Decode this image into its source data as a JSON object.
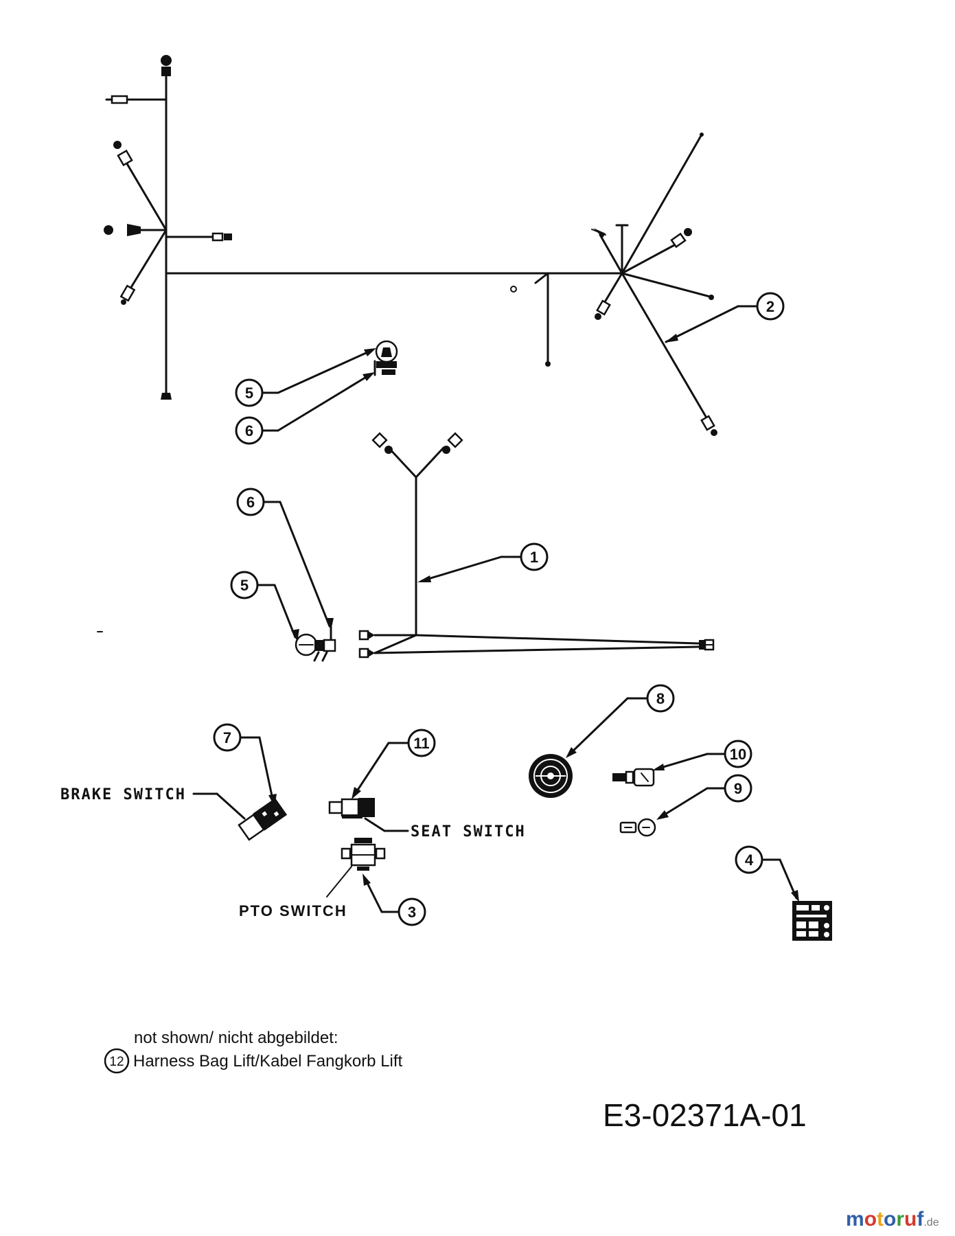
{
  "callouts": {
    "c1": "1",
    "c2": "2",
    "c3": "3",
    "c4": "4",
    "c5a": "5",
    "c5b": "5",
    "c6a": "6",
    "c6b": "6",
    "c7": "7",
    "c8": "8",
    "c9": "9",
    "c10": "10",
    "c11": "11",
    "c12": "12"
  },
  "labels": {
    "brake_switch": "BRAKE SWITCH",
    "seat_switch": "SEAT SWITCH",
    "pto_switch": "PTO SWITCH"
  },
  "note": {
    "line1": "not shown/ nicht abgebildet:",
    "line2": "Harness Bag Lift/Kabel Fangkorb Lift"
  },
  "diagram_code": "E3-02371A-01",
  "watermark": {
    "text_m": "m",
    "text_o1": "o",
    "text_t": "t",
    "text_o2": "o",
    "text_r": "r",
    "text_u": "u",
    "text_f": "f",
    "suffix": ".de",
    "colors": [
      "#2f5fa8",
      "#d43a2f",
      "#e9a41b",
      "#2f5fa8",
      "#3b9a3a",
      "#d43a2f",
      "#2f5fa8"
    ]
  }
}
